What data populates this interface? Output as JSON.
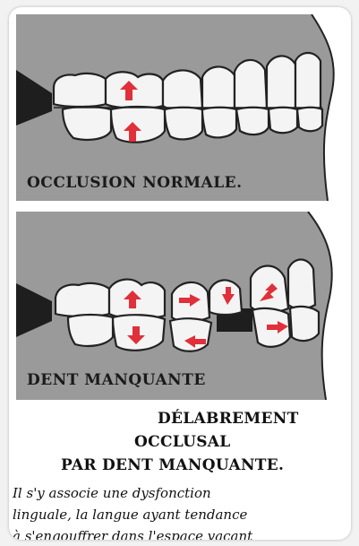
{
  "panels": {
    "normal": {
      "label": "OCCLUSION NORMALE."
    },
    "missing": {
      "label": "DENT MANQUANTE"
    }
  },
  "caption": {
    "title_line_1": "DÉLABREMENT",
    "title_line_2": "OCCLUSAL",
    "title_line_3": "PAR DENT MANQUANTE.",
    "body_line_1": "Il s'y associe une dysfonction",
    "body_line_2": "linguale, la langue ayant tendance",
    "body_line_3": "à s'engouffrer dans l'espace vacant"
  },
  "colors": {
    "panel_bg": "#9a9a9a",
    "tooth_fill": "#f4f4f4",
    "tooth_outline": "#222222",
    "arrow": "#e0303a",
    "tongue_shadow": "#1e1e1e"
  }
}
